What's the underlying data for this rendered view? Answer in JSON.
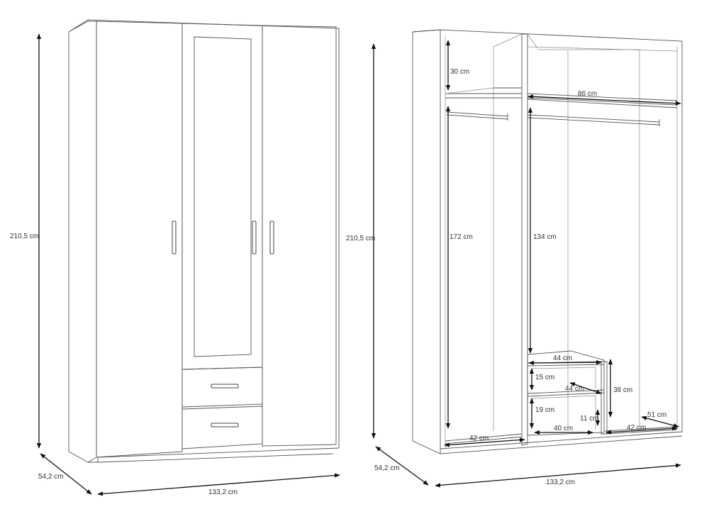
{
  "front_view": {
    "height_label": "210,5 cm",
    "depth_label": "54,2 cm",
    "width_label": "133,2 cm"
  },
  "interior_view": {
    "height_label": "210,5 cm",
    "depth_label": "54,2 cm",
    "width_label": "133,2 cm",
    "top_compartment_label": "30 cm",
    "upper_shelf_width_label": "86 cm",
    "left_hanging_label": "172 cm",
    "right_hanging_label": "134 cm",
    "drawer_block_top_label": "44 cm",
    "drawer_upper_height_label": "15 cm",
    "drawer_upper_depth_label": "44 cm",
    "drawer_block_height_label": "38 cm",
    "drawer_lower_height_label": "19 cm",
    "drawer_lower_gap_label": "11 cm",
    "drawer_lower_width_label": "40 cm",
    "left_bottom_width_label": "42 cm",
    "right_bottom_width_label": "42 cm",
    "right_bottom_depth_label": "51 cm"
  }
}
